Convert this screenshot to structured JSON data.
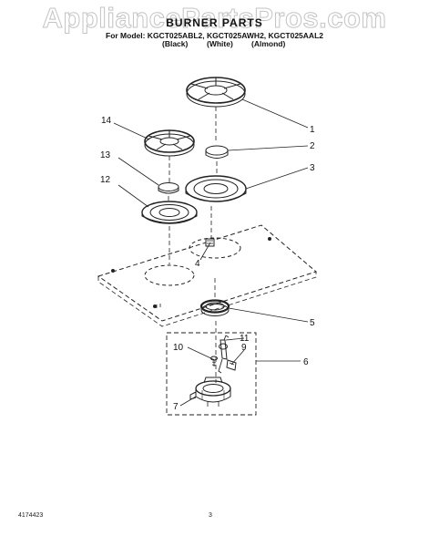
{
  "watermark": "AppliancePartsPros.com",
  "header": {
    "title": "BURNER PARTS",
    "models_line": "For Model: KGCT025ABL2, KGCT025AWH2, KGCT025AAL2",
    "colors": [
      "(Black)",
      "(White)",
      "(Almond)"
    ]
  },
  "callouts": [
    "1",
    "2",
    "3",
    "4",
    "5",
    "6",
    "7",
    "9",
    "10",
    "11",
    "12",
    "13",
    "14"
  ],
  "footer": {
    "doc_number": "4174423",
    "page_number": "3"
  }
}
